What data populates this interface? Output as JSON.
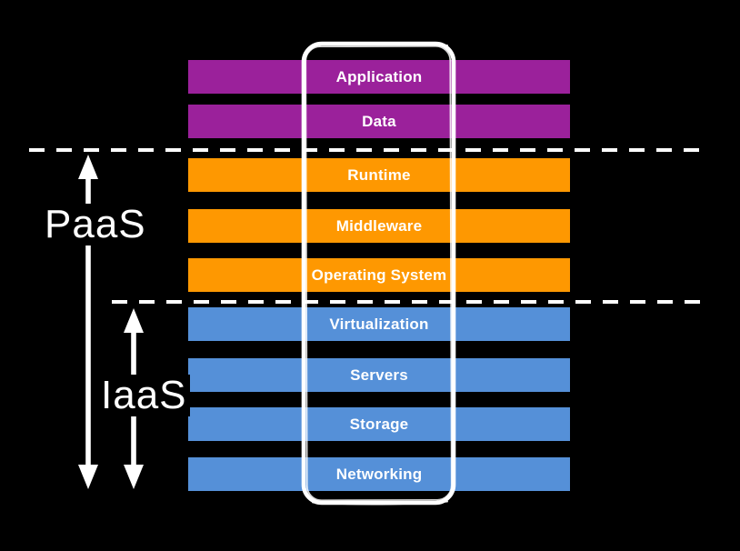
{
  "colors": {
    "background": "#000000",
    "purple": "#9B219B",
    "orange": "#FE9801",
    "blue": "#5590D8",
    "line_white": "#FFFFFF"
  },
  "stack": {
    "layers": [
      {
        "label": "Application",
        "color": "purple"
      },
      {
        "label": "Data",
        "color": "purple"
      },
      {
        "label": "Runtime",
        "color": "orange"
      },
      {
        "label": "Middleware",
        "color": "orange"
      },
      {
        "label": "Operating System",
        "color": "orange"
      },
      {
        "label": "Virtualization",
        "color": "blue"
      },
      {
        "label": "Servers",
        "color": "blue"
      },
      {
        "label": "Storage",
        "color": "blue"
      },
      {
        "label": "Networking",
        "color": "blue"
      }
    ]
  },
  "scopes": {
    "paas": {
      "label": "PaaS"
    },
    "iaas": {
      "label": "IaaS"
    }
  }
}
